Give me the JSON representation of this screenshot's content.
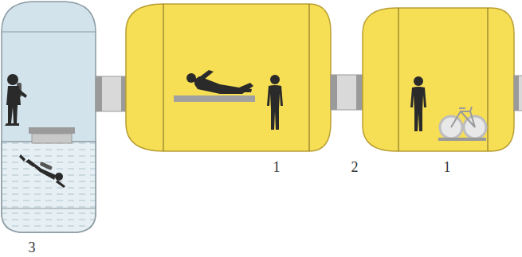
{
  "diagram": {
    "labels": [
      "1",
      "2",
      "1",
      "3"
    ]
  }
}
